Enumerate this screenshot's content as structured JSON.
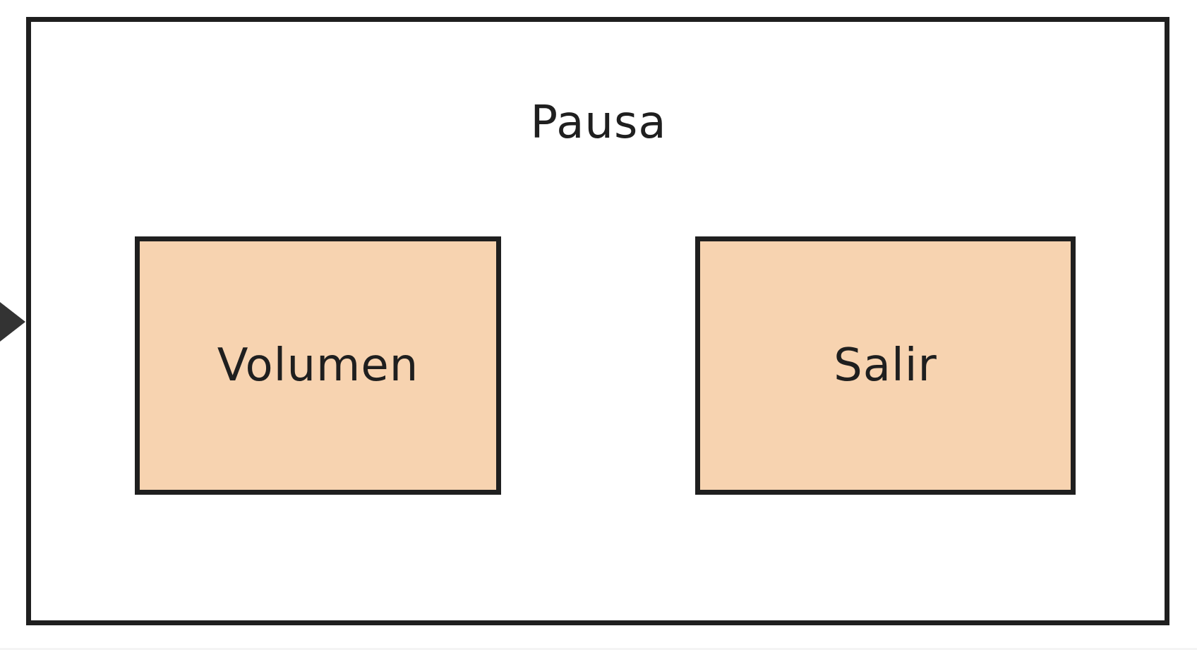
{
  "diagram": {
    "container": {
      "title": "Pausa"
    },
    "states": [
      {
        "label": "Volumen"
      },
      {
        "label": "Salir"
      }
    ]
  },
  "colors": {
    "stroke": "#1f1f1f",
    "state_fill": "#f7d3b0",
    "background": "#ffffff"
  }
}
